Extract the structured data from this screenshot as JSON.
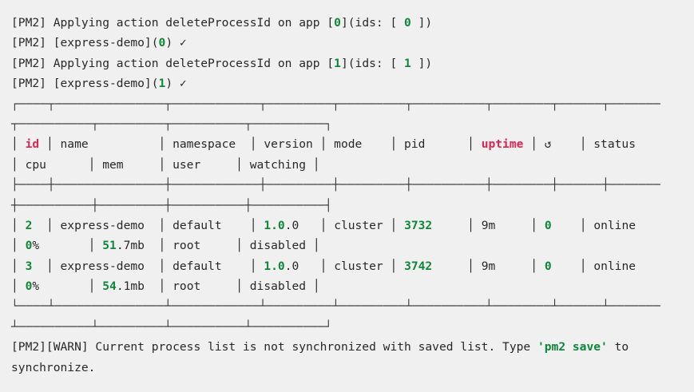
{
  "terminal": {
    "colors": {
      "background": "#f0f0f0",
      "foreground": "#282828",
      "border_lines": "#3d3d3d",
      "green": "#0f873b",
      "red": "#e02452"
    },
    "icons": {
      "restart_symbol": "↺",
      "check_symbol": "✓"
    },
    "table": {
      "headers": [
        "id",
        "name",
        "namespace",
        "version",
        "mode",
        "pid",
        "uptime",
        "↺",
        "status",
        "cpu",
        "mem",
        "user",
        "watching"
      ],
      "rows": [
        [
          "2",
          "express-demo",
          "default",
          "1.0.0",
          "cluster",
          "3732",
          "9m",
          "0",
          "online",
          "0%",
          "51.7mb",
          "root",
          "disabled"
        ],
        [
          "3",
          "express-demo",
          "default",
          "1.0.0",
          "cluster",
          "3742",
          "9m",
          "0",
          "online",
          "0%",
          "54.1mb",
          "root",
          "disabled"
        ]
      ]
    },
    "lines": [
      {
        "name": "pm2-log-line",
        "segments": [
          {
            "t": "[PM2] Applying action deleteProcessId on app ["
          },
          {
            "t": "0",
            "c": "green"
          },
          {
            "t": "](ids: [ "
          },
          {
            "t": "0",
            "c": "green"
          },
          {
            "t": " ])"
          }
        ]
      },
      {
        "name": "pm2-log-line",
        "segments": [
          {
            "t": "[PM2] [express-demo]("
          },
          {
            "t": "0",
            "c": "green"
          },
          {
            "t": ") ✓"
          }
        ]
      },
      {
        "name": "pm2-log-line",
        "segments": [
          {
            "t": "[PM2] Applying action deleteProcessId on app ["
          },
          {
            "t": "1",
            "c": "green"
          },
          {
            "t": "](ids: [ "
          },
          {
            "t": "1",
            "c": "green"
          },
          {
            "t": " ])"
          }
        ]
      },
      {
        "name": "pm2-log-line",
        "segments": [
          {
            "t": "[PM2] [express-demo]("
          },
          {
            "t": "1",
            "c": "green"
          },
          {
            "t": ") ✓"
          }
        ]
      },
      {
        "name": "table-border-top-line-1",
        "cls": "border",
        "segments": [
          {
            "t": "┌────┬───────────────┬────────────┬─────────┬─────────┬──────────┬────────┬──────┬───────"
          }
        ]
      },
      {
        "name": "table-border-top-line-2",
        "cls": "border",
        "segments": [
          {
            "t": "┬──────────┬─────────┬──────────┬──────────┐"
          }
        ]
      },
      {
        "name": "table-header-line-1",
        "segments": [
          {
            "t": "│ "
          },
          {
            "t": "id",
            "c": "red"
          },
          {
            "t": " │ name          │ namespace  │ version │ mode    │ pid      │ "
          },
          {
            "t": "uptime",
            "c": "red"
          },
          {
            "t": " │ ↺    │ status"
          }
        ]
      },
      {
        "name": "table-header-line-2",
        "segments": [
          {
            "t": "│ cpu      │ mem     │ user     │ watching │"
          }
        ]
      },
      {
        "name": "table-separator-line-1",
        "cls": "border",
        "segments": [
          {
            "t": "├────┼───────────────┼────────────┼─────────┼─────────┼──────────┼────────┼──────┼───────"
          }
        ]
      },
      {
        "name": "table-separator-line-2",
        "cls": "border",
        "segments": [
          {
            "t": "┼──────────┼─────────┼──────────┼──────────┤"
          }
        ]
      },
      {
        "name": "table-row-line-1",
        "segments": [
          {
            "t": "│ "
          },
          {
            "t": "2",
            "c": "green"
          },
          {
            "t": "  │ express-demo  │ default    │ "
          },
          {
            "t": "1.0",
            "c": "green"
          },
          {
            "t": ".0   │ cluster │ "
          },
          {
            "t": "3732",
            "c": "green"
          },
          {
            "t": "     │ 9m     │ "
          },
          {
            "t": "0",
            "c": "green"
          },
          {
            "t": "    │ online"
          }
        ]
      },
      {
        "name": "table-row-line-2",
        "segments": [
          {
            "t": "│ "
          },
          {
            "t": "0",
            "c": "green"
          },
          {
            "t": "%       │ "
          },
          {
            "t": "51",
            "c": "green"
          },
          {
            "t": ".7mb  │ root     │ disabled │"
          }
        ]
      },
      {
        "name": "table-row-line-1",
        "segments": [
          {
            "t": "│ "
          },
          {
            "t": "3",
            "c": "green"
          },
          {
            "t": "  │ express-demo  │ default    │ "
          },
          {
            "t": "1.0",
            "c": "green"
          },
          {
            "t": ".0   │ cluster │ "
          },
          {
            "t": "3742",
            "c": "green"
          },
          {
            "t": "     │ 9m     │ "
          },
          {
            "t": "0",
            "c": "green"
          },
          {
            "t": "    │ online"
          }
        ]
      },
      {
        "name": "table-row-line-2",
        "segments": [
          {
            "t": "│ "
          },
          {
            "t": "0",
            "c": "green"
          },
          {
            "t": "%       │ "
          },
          {
            "t": "54",
            "c": "green"
          },
          {
            "t": ".1mb  │ root     │ disabled │"
          }
        ]
      },
      {
        "name": "table-border-bottom-line-1",
        "cls": "border",
        "segments": [
          {
            "t": "└────┴───────────────┴────────────┴─────────┴─────────┴──────────┴────────┴──────┴───────"
          }
        ]
      },
      {
        "name": "table-border-bottom-line-2",
        "cls": "border",
        "segments": [
          {
            "t": "┴──────────┴─────────┴──────────┴──────────┘"
          }
        ]
      },
      {
        "name": "pm2-warn-line",
        "segments": [
          {
            "t": "[PM2][WARN] Current process list is not synchronized with saved list. Type "
          },
          {
            "t": "'pm2 save'",
            "c": "green"
          },
          {
            "t": " to"
          }
        ]
      },
      {
        "name": "pm2-warn-line",
        "segments": [
          {
            "t": "synchronize."
          }
        ]
      }
    ]
  }
}
